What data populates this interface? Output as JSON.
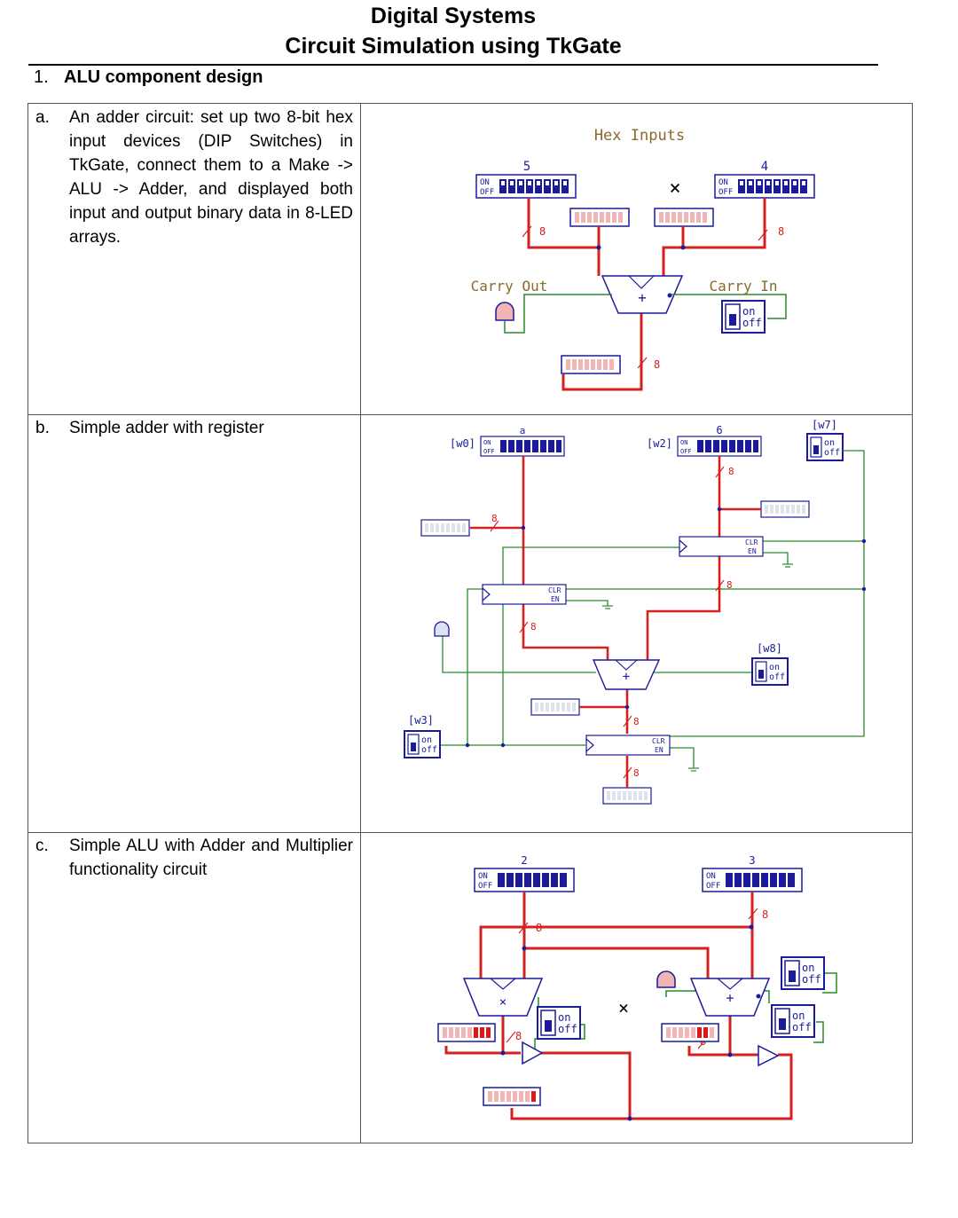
{
  "header": {
    "title": "Digital Systems",
    "subtitle": "Circuit Simulation using TkGate"
  },
  "section": {
    "number": "1.",
    "label": "ALU component design"
  },
  "rows": [
    {
      "letter": "a.",
      "text": "An adder circuit: set up two 8-bit hex input devices (DIP Switches) in TkGate, connect them to a Make -> ALU -> Adder, and displayed both input and output binary data in 8-LED arrays.",
      "figure": {
        "title": "Hex Inputs",
        "dip_left_value": "5",
        "dip_right_value": "4",
        "bus_width": "8",
        "carry_out_label": "Carry Out",
        "carry_in_label": "Carry In",
        "switch_on": "on",
        "switch_off": "off",
        "dip_on": "ON",
        "dip_off": "OFF",
        "adder_symbol": "+",
        "marker": "×"
      }
    },
    {
      "letter": "b.",
      "text": "Simple adder with register",
      "figure": {
        "w0": "[w0]",
        "w2": "[w2]",
        "w7": "[w7]",
        "w8": "[w8]",
        "w3": "[w3]",
        "dip_a_value": "a",
        "dip_b_value": "6",
        "bus_width": "8",
        "clr": "CLR",
        "en": "EN",
        "switch_on": "on",
        "switch_off": "off",
        "dip_on": "ON",
        "dip_off": "OFF",
        "adder_symbol": "+"
      }
    },
    {
      "letter": "c.",
      "text": "Simple ALU with Adder and Multiplier functionality circuit",
      "figure": {
        "dip_left_value": "2",
        "dip_right_value": "3",
        "bus_width": "8",
        "switch_on": "on",
        "switch_off": "off",
        "dip_on": "ON",
        "dip_off": "OFF",
        "adder_symbol": "+",
        "mult_symbol": "×",
        "marker": "×"
      }
    }
  ],
  "colors": {
    "wire_bus": "#d42020",
    "wire_signal": "#2a8a2a",
    "component": "#1a1a9a",
    "led_off": "#f2b5b5",
    "led_on": "#e01818",
    "label_text": "#8a6a2a"
  }
}
